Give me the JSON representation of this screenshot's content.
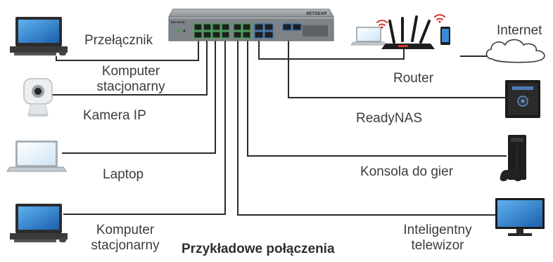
{
  "caption": "Przykładowe połączenia",
  "switch": {
    "label": "Przełącznik",
    "brand": "NETGEAR"
  },
  "devices": {
    "komputer_top": [
      "Komputer",
      "stacjonarny"
    ],
    "kamera": "Kamera IP",
    "laptop": "Laptop",
    "komputer_bottom": [
      "Komputer",
      "stacjonarny"
    ],
    "router": "Router",
    "internet": "Internet",
    "readynas": "ReadyNAS",
    "konsola": "Konsola do gier",
    "telewizor": [
      "Inteligentny",
      "telewizor"
    ]
  },
  "colors": {
    "cable": "#2a2a2a",
    "switch_body": "#8a8f94",
    "port_green": "#3aa64a",
    "port_blue": "#2f6fb5",
    "screen_blue": "#2b7fd0",
    "router_red": "#d23a2e"
  },
  "icons": [
    "desktop-computer-icon",
    "ip-camera-icon",
    "laptop-icon",
    "router-icon",
    "smartphone-icon",
    "cloud-icon",
    "nas-icon",
    "game-console-icon",
    "smart-tv-icon",
    "network-switch-icon"
  ]
}
